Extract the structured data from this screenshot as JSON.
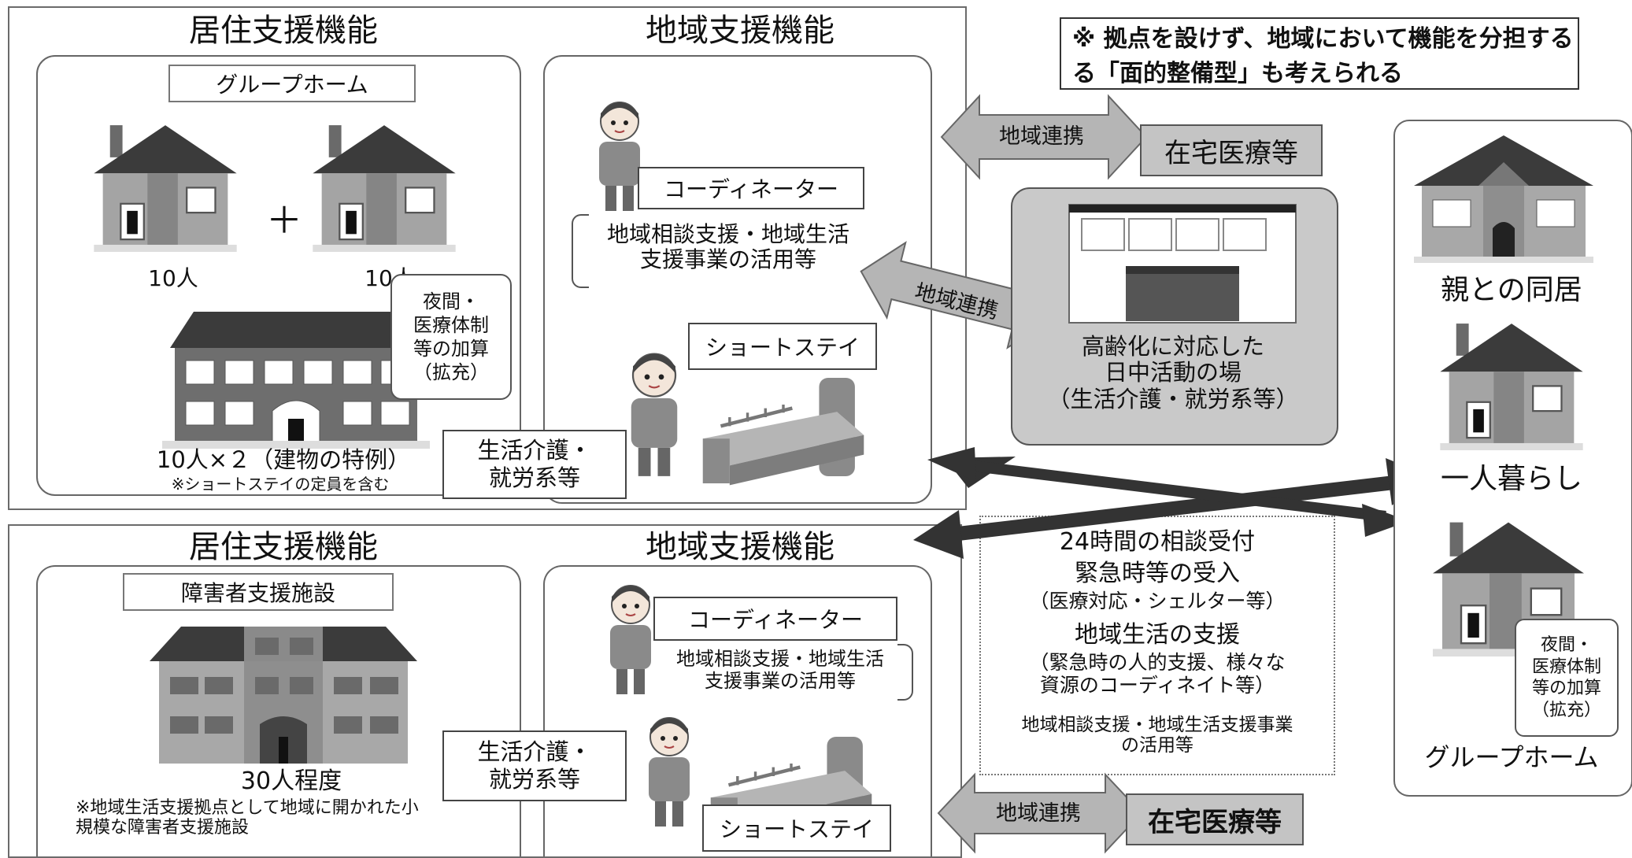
{
  "note": "※ 拠点を設けず、地域において機能を分担する\n る「面的整備型」も考えられる",
  "upper": {
    "residential_title": "居住支援機能",
    "community_title": "地域支援機能",
    "group_home_label": "グループホーム",
    "plus": "＋",
    "count_a": "10人",
    "count_b": "10人",
    "addition_tag": "夜間・\n医療体制\n等の加算\n（拡充）",
    "building_caption": "10人×２（建物の特例）",
    "building_note": "※ショートステイの定員を含む",
    "coordinator": "コーディネーター",
    "consult": "地域相談支援・地域生活\n支援事業の活用等",
    "short_stay": "ショートステイ",
    "daycare": "生活介護・\n就労系等"
  },
  "lower": {
    "residential_title": "居住支援機能",
    "community_title": "地域支援機能",
    "facility_label": "障害者支援施設",
    "count": "30人程度",
    "note": "※地域生活支援拠点として地域に開かれた小\n規模な障害者支援施設",
    "coordinator": "コーディネーター",
    "consult": "地域相談支援・地域生活\n支援事業の活用等",
    "short_stay": "ショートステイ",
    "daycare": "生活介護・\n就労系等"
  },
  "middle": {
    "link_top": "地域連携",
    "medical_top": "在宅医療等",
    "link_mid": "地域連携",
    "day_activity": "高齢化に対応した\n日中活動の場\n（生活介護・就労系等）",
    "support_24h": "24時間の相談受付",
    "emergency": "緊急時等の受入",
    "emergency_sub": "（医療対応・シェルター等）",
    "life_support": "地域生活の支援",
    "life_support_sub": "（緊急時の人的支援、様々な\n資源のコーディネイト等）",
    "consult_use": "地域相談支援・地域生活支援事業\nの活用等",
    "link_bottom": "地域連携",
    "medical_bottom": "在宅医療等"
  },
  "right": {
    "with_parents": "親との同居",
    "living_alone": "一人暮らし",
    "group_home": "グループホーム",
    "addition_tag": "夜間・\n医療体制\n等の加算\n（拡充）"
  }
}
